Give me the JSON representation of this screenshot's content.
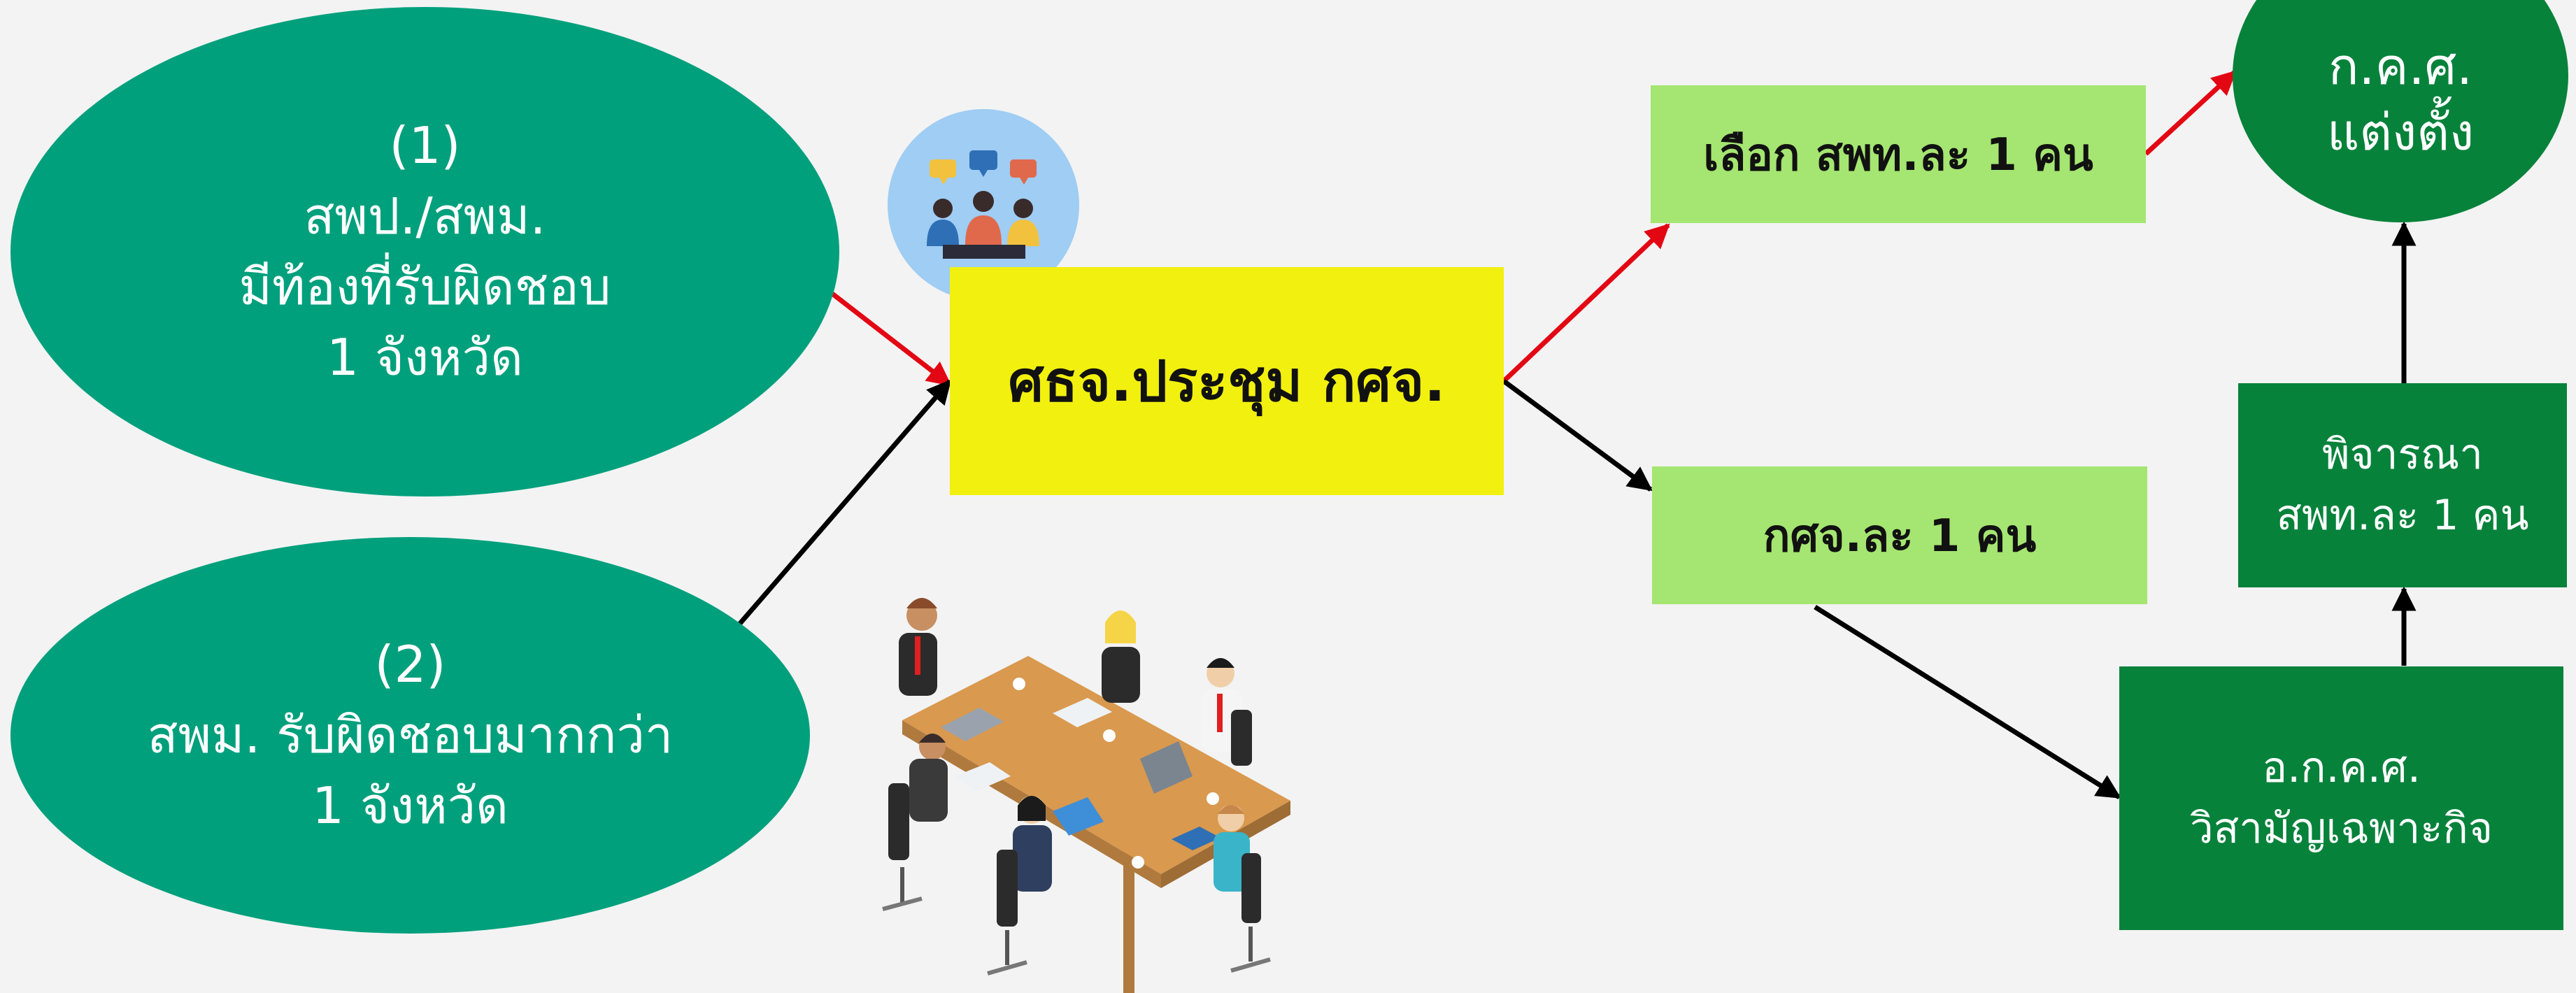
{
  "nodes": {
    "option1": {
      "lines": [
        "(1)",
        "สพป./สพม.",
        "มีท้องที่รับผิดชอบ",
        "1 จังหวัด"
      ]
    },
    "option2": {
      "lines": [
        "(2)",
        "สพม. รับผิดชอบมากกว่า",
        "1 จังหวัด"
      ]
    },
    "meeting": {
      "label": "ศธจ.ประชุม กศจ."
    },
    "select": {
      "label": "เลือก สพท.ละ 1 คน"
    },
    "member": {
      "label": "กศจ.ละ 1 คน"
    },
    "subcommittee": {
      "lines": [
        "อ.ก.ค.ศ.",
        "วิสามัญเฉพาะกิจ"
      ]
    },
    "consider": {
      "lines": [
        "พิจารณา",
        "สพท.ละ 1 คน"
      ]
    },
    "appoint": {
      "lines": [
        "ก.ค.ศ.",
        "แต่งตั้ง"
      ]
    }
  },
  "colors": {
    "ellipse": "#01a07c",
    "meeting": "#f2f00f",
    "light_green": "#a5e571",
    "dark_green": "#07823b",
    "arrow_red": "#e30613",
    "arrow_black": "#000000"
  },
  "icons": [
    "group-chat-icon",
    "meeting-table-illustration"
  ]
}
